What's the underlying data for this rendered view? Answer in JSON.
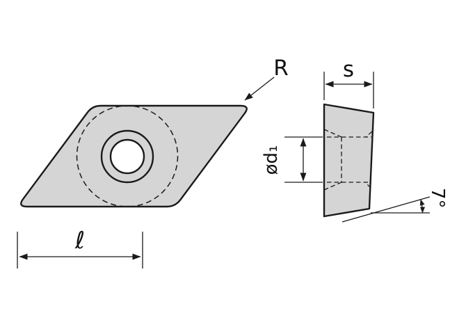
{
  "diagram": {
    "labels": {
      "corner_radius": "R",
      "edge_length": "ℓ",
      "thickness": "s",
      "hole_diameter": "ød₁",
      "clearance_angle": "7°"
    },
    "colors": {
      "background": "#ffffff",
      "insert_fill": "#d5d5d5",
      "hole_fill": "#ffffff",
      "line_color": "#1a1a1a"
    }
  }
}
